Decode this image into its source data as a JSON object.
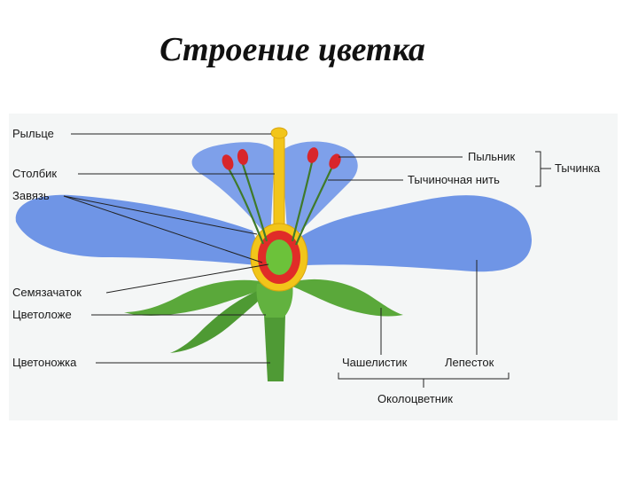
{
  "title": "Строение цветка",
  "labels": {
    "stigma": "Рыльце",
    "style": "Столбик",
    "ovary": "Завязь",
    "ovule": "Семязачаток",
    "receptacle": "Цветоложе",
    "pedicel": "Цветоножка",
    "anther": "Пыльник",
    "filament": "Тычиночная нить",
    "stamen": "Тычинка",
    "sepal": "Чашелистик",
    "petal": "Лепесток",
    "perianth": "Околоцветник"
  },
  "colors": {
    "petal": "#6f95e6",
    "green": "#5aa83a",
    "stem": "#4f9a35",
    "pistil": "#f2c51a",
    "anther": "#d8262b",
    "ovary_wall": "#e02c28",
    "ovule": "#6cc23a"
  }
}
